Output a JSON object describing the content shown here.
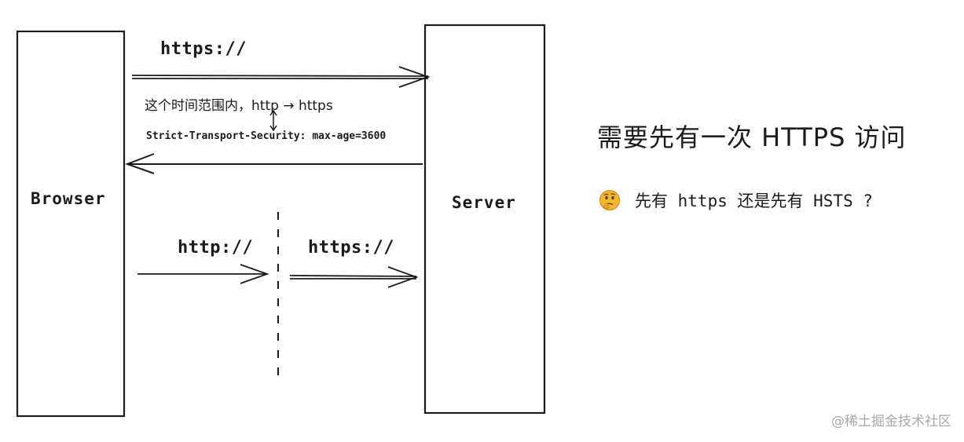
{
  "diagram": {
    "browser_label": "Browser",
    "server_label": "Server",
    "top_request_label": "https://",
    "time_range_label": "这个时间范围内，http → https",
    "response_header": "Strict-Transport-Security: max-age=3600",
    "bottom_http_label": "http://",
    "bottom_https_label": "https://"
  },
  "side": {
    "heading": "需要先有一次 HTTPS 访问",
    "question": "先有 https 还是先有 HSTS ?"
  },
  "watermark": "@稀土掘金技术社区",
  "icons": {
    "thinking_face": "thinking-face-icon"
  },
  "colors": {
    "ink": "#1b1b1b",
    "watermark": "#a8a8a8",
    "emoji_face": "#f5b52e"
  }
}
